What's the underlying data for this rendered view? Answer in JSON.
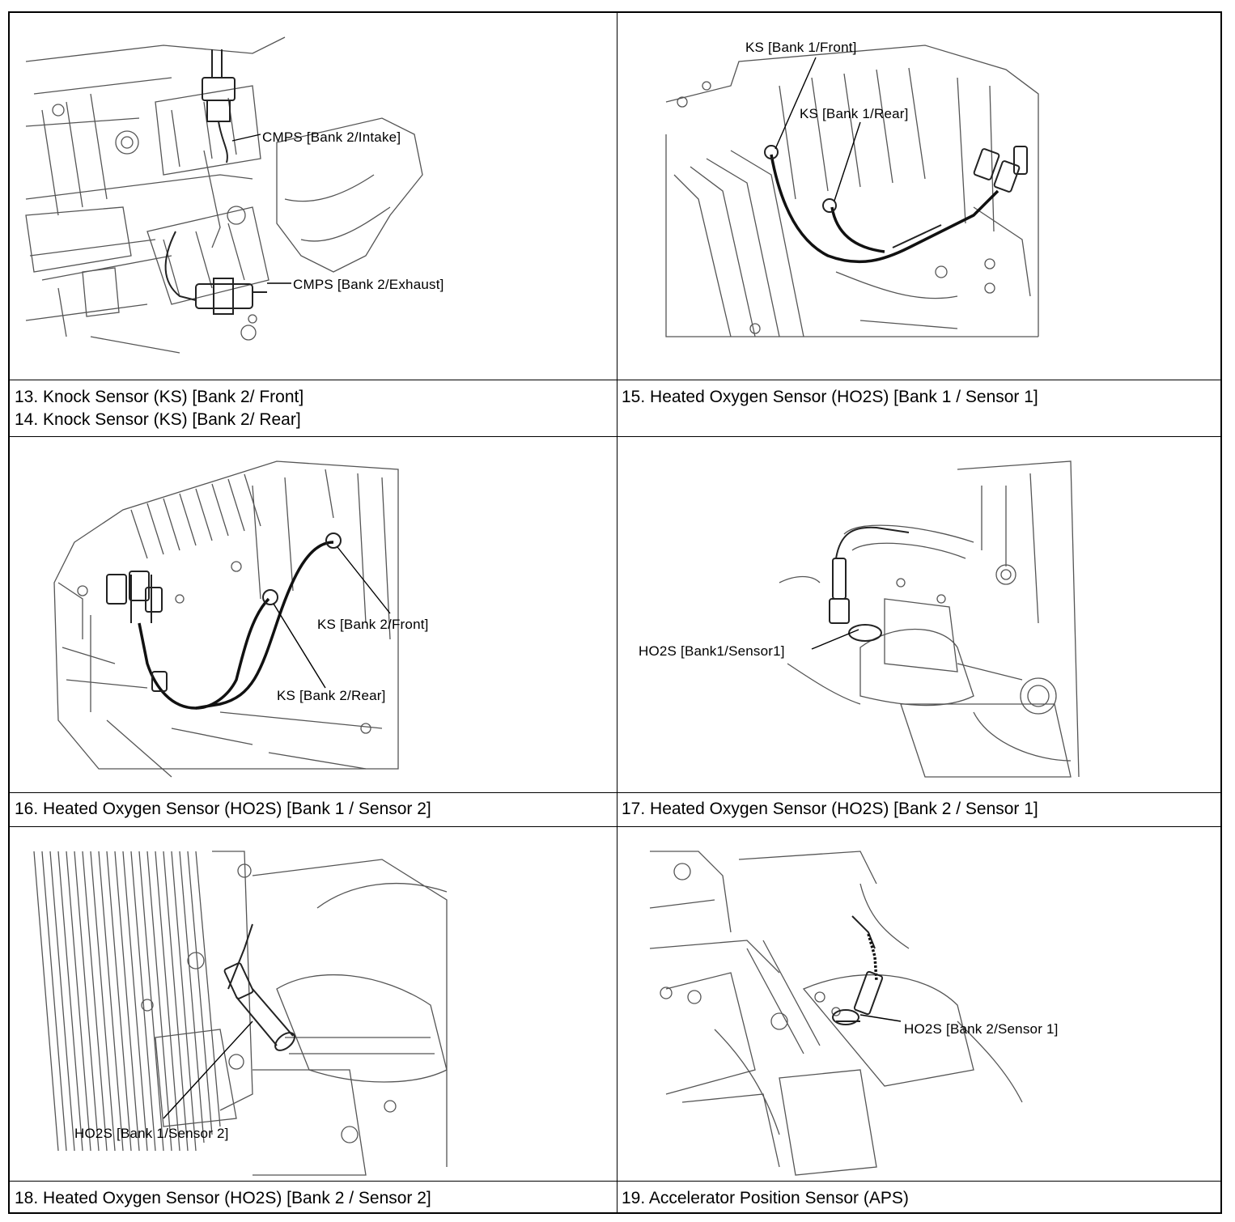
{
  "captions": {
    "top_left": "",
    "top_right": "",
    "row1_left_line1": "13. Knock Sensor (KS) [Bank 2/ Front]",
    "row1_left_line2": "14. Knock Sensor (KS) [Bank 2/ Rear]",
    "row1_right": "15. Heated Oxygen Sensor (HO2S) [Bank 1 / Sensor 1]",
    "row2_left": "16. Heated Oxygen Sensor (HO2S) [Bank 1 / Sensor 2]",
    "row2_right": "17. Heated Oxygen Sensor (HO2S) [Bank 2 / Sensor 1]",
    "row3_left": "18. Heated Oxygen Sensor (HO2S) [Bank 2 / Sensor 2]",
    "row3_right": "19. Accelerator Position Sensor (APS)"
  },
  "figures": {
    "fig1": {
      "label_a": "CMPS [Bank 2/Intake]",
      "label_b": "CMPS [Bank 2/Exhaust]"
    },
    "fig2": {
      "label_a": "KS [Bank 1/Front]",
      "label_b": "KS [Bank 1/Rear]"
    },
    "fig3": {
      "label_a": "KS [Bank 2/Front]",
      "label_b": "KS [Bank 2/Rear]"
    },
    "fig4": {
      "label_a": "HO2S [Bank1/Sensor1]"
    },
    "fig5": {
      "label_a": "HO2S [Bank 1/Sensor 2]"
    },
    "fig6": {
      "label_a": "HO2S [Bank 2/Sensor 1]"
    }
  }
}
